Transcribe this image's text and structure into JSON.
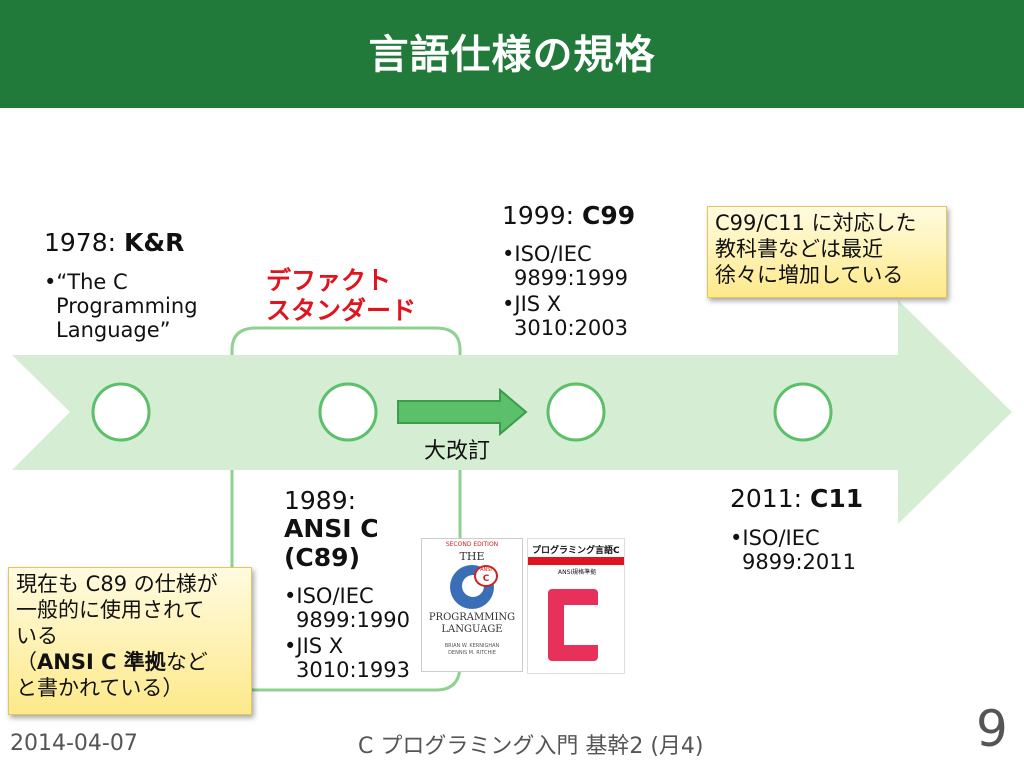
{
  "slide": {
    "title": "言語仕様の規格",
    "milestones": {
      "kr": {
        "year": "1978: ",
        "name": "K&R",
        "bullet1": "•“The C",
        "bullet2": "Programming",
        "bullet3": "Language”"
      },
      "c89": {
        "year": "1989:",
        "name1": "ANSI C",
        "name2": "(C89)",
        "b1a": "•ISO/IEC",
        "b1b": "9899:1990",
        "b2a": "•JIS X",
        "b2b": "3010:1993"
      },
      "c99": {
        "year": "1999: ",
        "name": "C99",
        "b1a": "•ISO/IEC",
        "b1b": "9899:1999",
        "b2a": "•JIS X",
        "b2b": "3010:2003"
      },
      "c11": {
        "year": "2011: ",
        "name": "C11",
        "b1a": "•ISO/IEC",
        "b1b": "9899:2011"
      }
    },
    "defacto_line1": "デファクト",
    "defacto_line2": "スタンダード",
    "revision_label": "大改訂",
    "note_top": {
      "line1": "C99/C11 に対応した",
      "line2": "教科書などは最近",
      "line3": "徐々に増加している"
    },
    "note_bottom": {
      "line1": "現在も C89 の仕様が",
      "line2": "一般的に使用されて",
      "line3": "いる",
      "line4_pre": "（",
      "line4_bold": "ANSI C 準拠",
      "line4_post": "など",
      "line5": "と書かれている）"
    },
    "book1": {
      "edition": "SECOND EDITION",
      "the": "THE",
      "ansi": "ANSI",
      "c": "C",
      "title1": "PROGRAMMING",
      "title2": "LANGUAGE",
      "authors1": "BRIAN W. KERNIGHAN",
      "authors2": "DENNIS M. RITCHIE"
    },
    "book2": {
      "title": "プログラミング言語C",
      "subtitle": "ANSI規格準拠"
    }
  },
  "footer": {
    "date": "2014-04-07",
    "course": "C プログラミング入門 基幹2 (月4)",
    "page": "9"
  },
  "colors": {
    "header": "#21793a",
    "arrow": "#d5edd3",
    "accent_green": "#5cbf6a",
    "red": "#e0141e"
  }
}
